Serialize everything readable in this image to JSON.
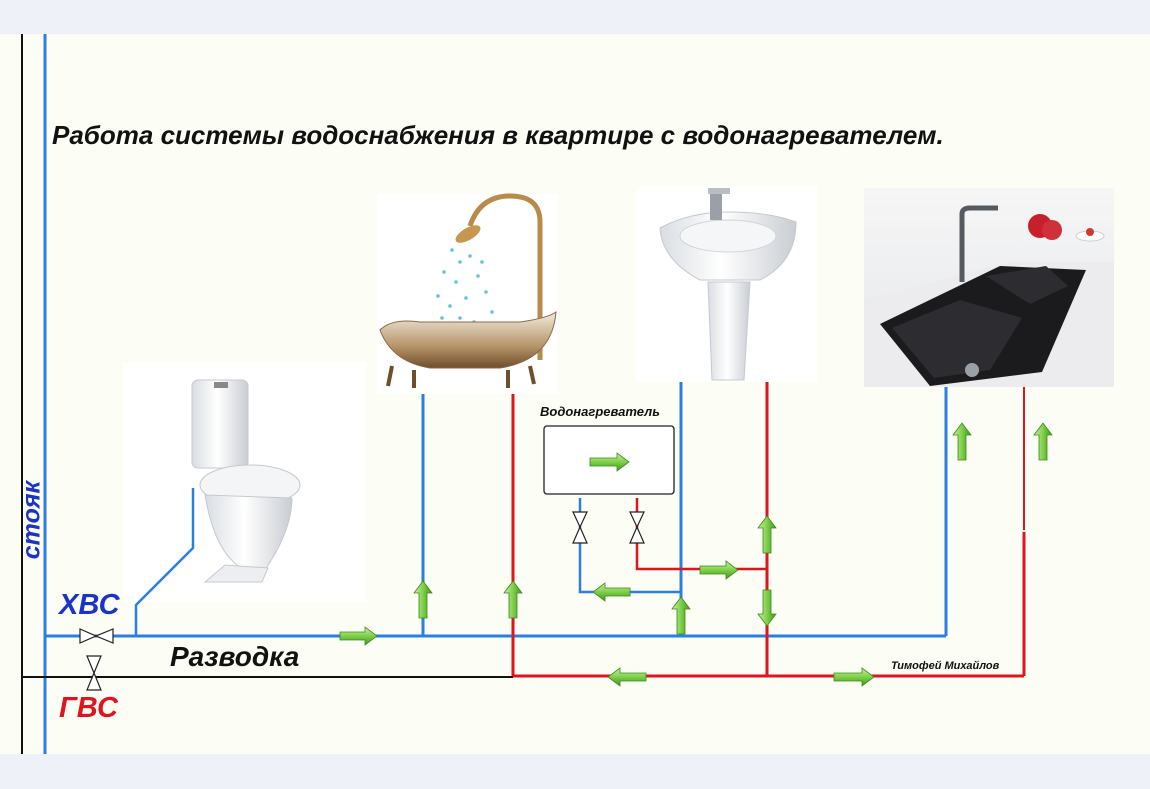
{
  "title": "Работа системы водоснабжения в квартире с водонагревателем.",
  "labels": {
    "riser": "стояк",
    "cold_water": "ХВС",
    "hot_water": "ГВС",
    "distribution": "Разводка",
    "water_heater": "Водонагреватель",
    "author": "Тимофей Михайлов"
  },
  "colors": {
    "cold_pipe": "#2a7fe0",
    "hot_pipe": "#e0141e",
    "flow_arrow": "#7fcf4a",
    "cold_text": "#1a33c8",
    "hot_text": "#e0141e"
  },
  "fixtures": [
    "toilet",
    "bathtub-with-shower",
    "washbasin",
    "kitchen-sink"
  ]
}
